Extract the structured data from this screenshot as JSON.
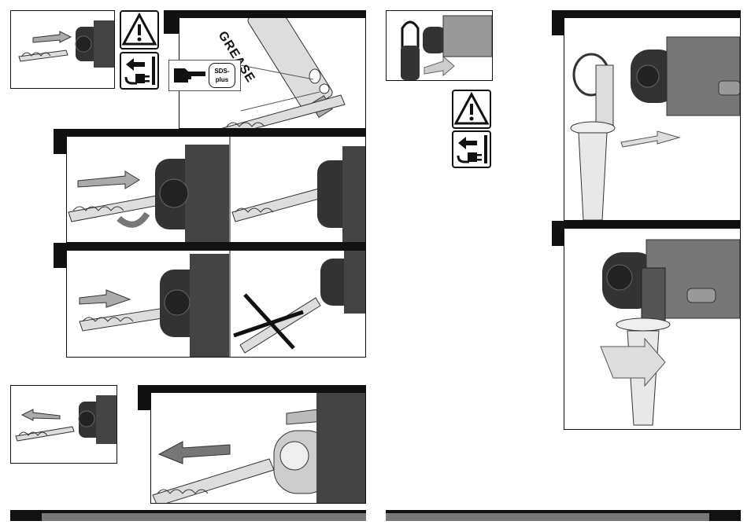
{
  "labels": {
    "grease_tube": "GREASE",
    "sds_badge_line1": "SDS-",
    "sds_badge_line2": "plus"
  },
  "icons": [
    "warning-icon",
    "unplug-icon",
    "pointing-hand-icon"
  ],
  "colors": {
    "ink": "#111111",
    "footer_gray": "#777777",
    "arrow_gray": "#9a9a9a"
  }
}
